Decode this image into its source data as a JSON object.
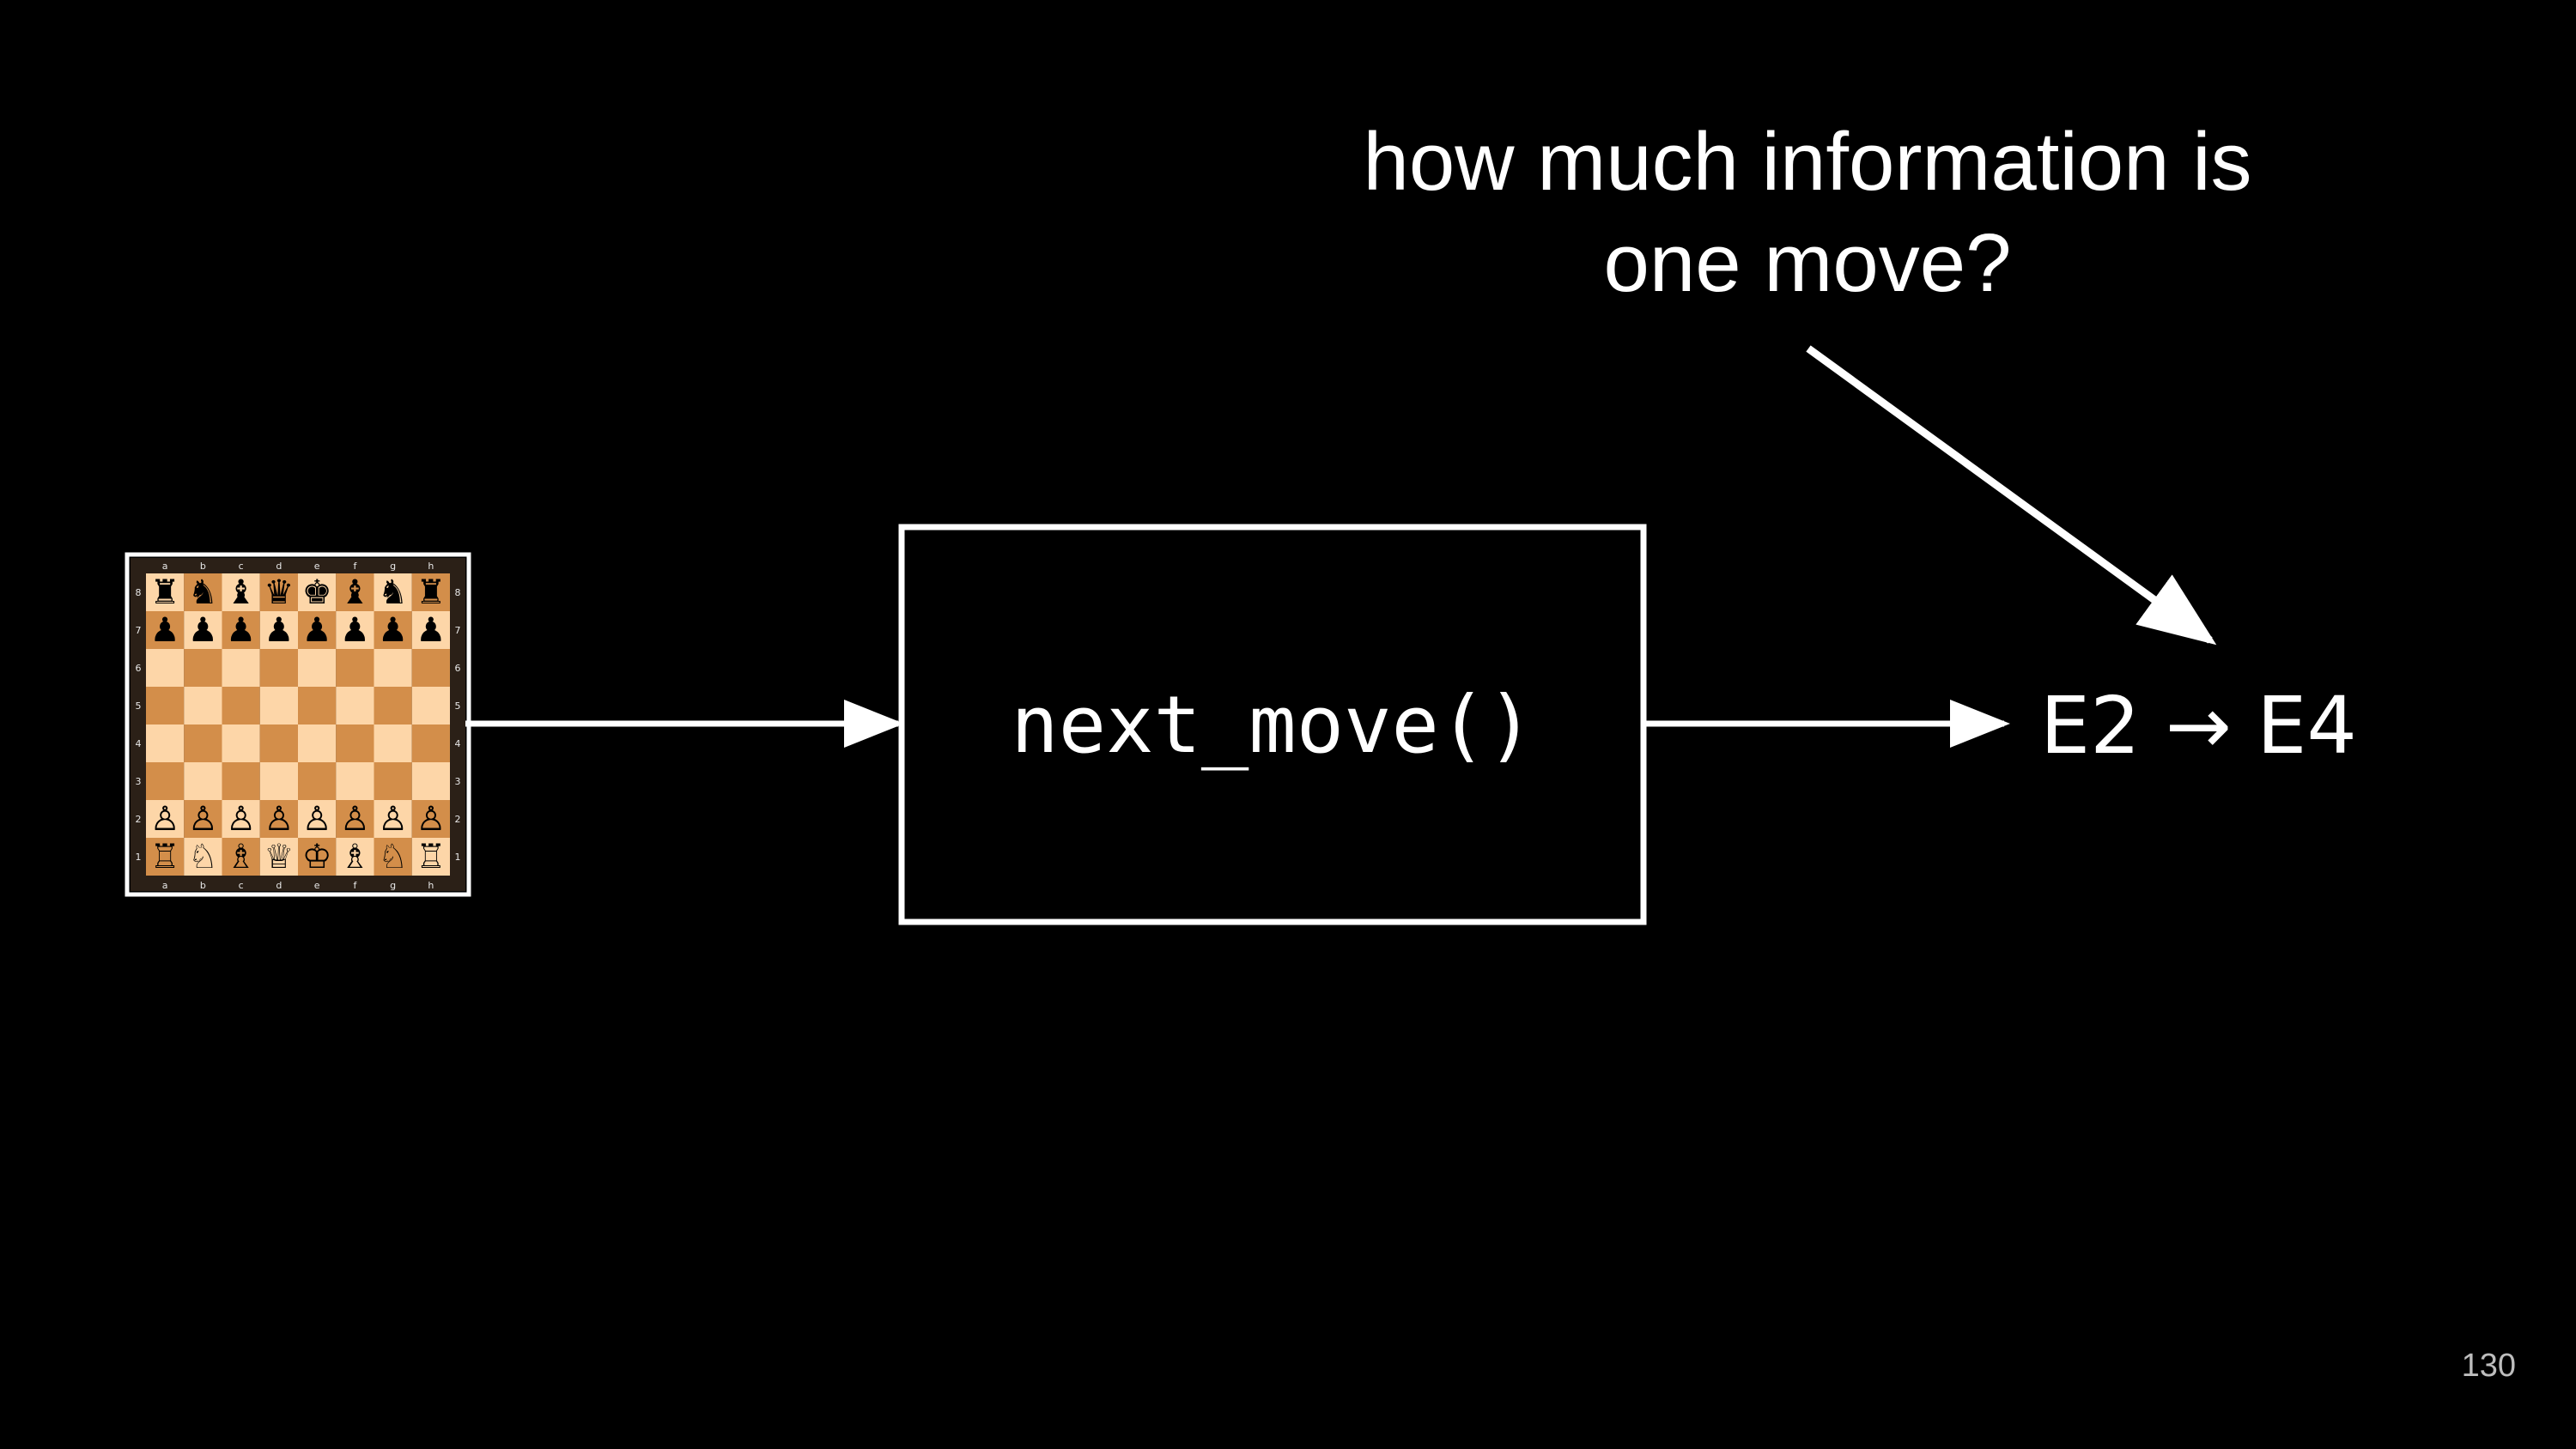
{
  "colors": {
    "background": "#000000",
    "foreground": "#ffffff",
    "board_light": "#fdd6a8",
    "board_dark": "#d38e4a",
    "board_frame": "#2b2017",
    "slide_number": "#bdbdbd"
  },
  "question": {
    "line1": "how much information is",
    "line2": "one move?"
  },
  "function_box": {
    "label": "next_move()"
  },
  "output": {
    "label": "E2 → E4"
  },
  "chessboard": {
    "files": [
      "a",
      "b",
      "c",
      "d",
      "e",
      "f",
      "g",
      "h"
    ],
    "ranks": [
      "8",
      "7",
      "6",
      "5",
      "4",
      "3",
      "2",
      "1"
    ],
    "rows": [
      [
        "♜",
        "♞",
        "♝",
        "♛",
        "♚",
        "♝",
        "♞",
        "♜"
      ],
      [
        "♟",
        "♟",
        "♟",
        "♟",
        "♟",
        "♟",
        "♟",
        "♟"
      ],
      [
        "",
        "",
        "",
        "",
        "",
        "",
        "",
        ""
      ],
      [
        "",
        "",
        "",
        "",
        "",
        "",
        "",
        ""
      ],
      [
        "",
        "",
        "",
        "",
        "",
        "",
        "",
        ""
      ],
      [
        "",
        "",
        "",
        "",
        "",
        "",
        "",
        ""
      ],
      [
        "♙",
        "♙",
        "♙",
        "♙",
        "♙",
        "♙",
        "♙",
        "♙"
      ],
      [
        "♖",
        "♘",
        "♗",
        "♕",
        "♔",
        "♗",
        "♘",
        "♖"
      ]
    ]
  },
  "slide_number": "130"
}
